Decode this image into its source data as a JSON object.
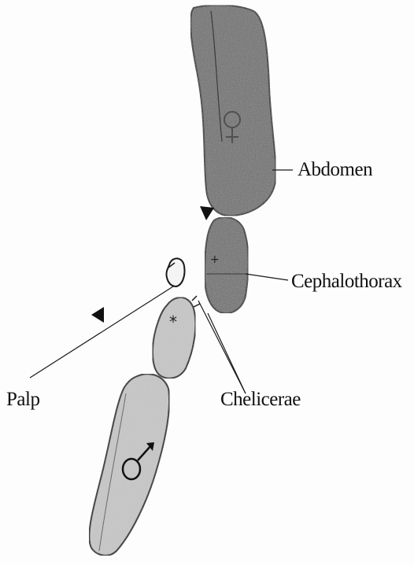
{
  "labels": {
    "abdomen": "Abdomen",
    "cephalothorax": "Cephalothorax",
    "palp": "Palp",
    "chelicerae": "Chelicerae"
  },
  "colors": {
    "dark_body": "#6e6e6e",
    "light_body": "#c8c8c8",
    "outline": "#1a1a1a",
    "arrowhead": "#111111"
  },
  "symbols": {
    "male_figure": "male-symbol",
    "female_figure": "female-symbol"
  }
}
